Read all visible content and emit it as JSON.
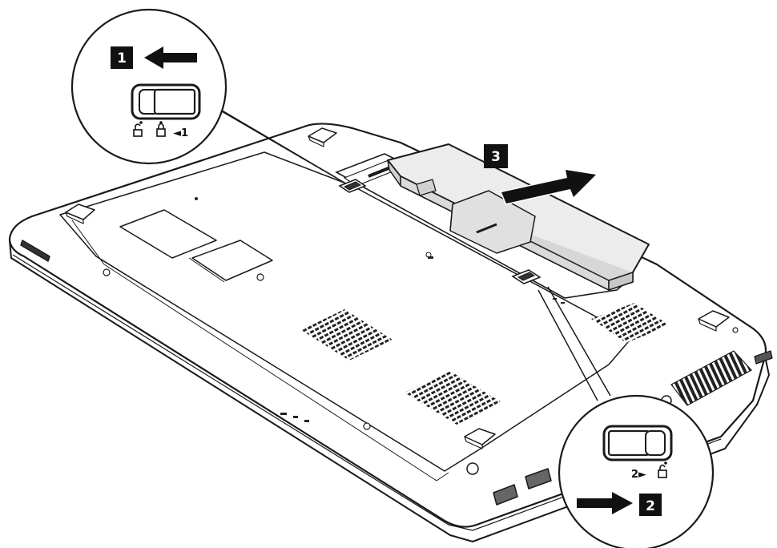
{
  "steps": [
    {
      "number": "1",
      "indicator": "◄1"
    },
    {
      "number": "2",
      "indicator": "2►"
    },
    {
      "number": "3"
    }
  ],
  "colors": {
    "line": "#1a1a1a",
    "fill": "#ffffff",
    "dark": "#111111",
    "battery_fill": "#e6e6e6",
    "vent": "#222222"
  },
  "icons": [
    "left-arrow-icon",
    "right-arrow-icon",
    "lock-icon",
    "unlock-icon",
    "latch-switch"
  ]
}
